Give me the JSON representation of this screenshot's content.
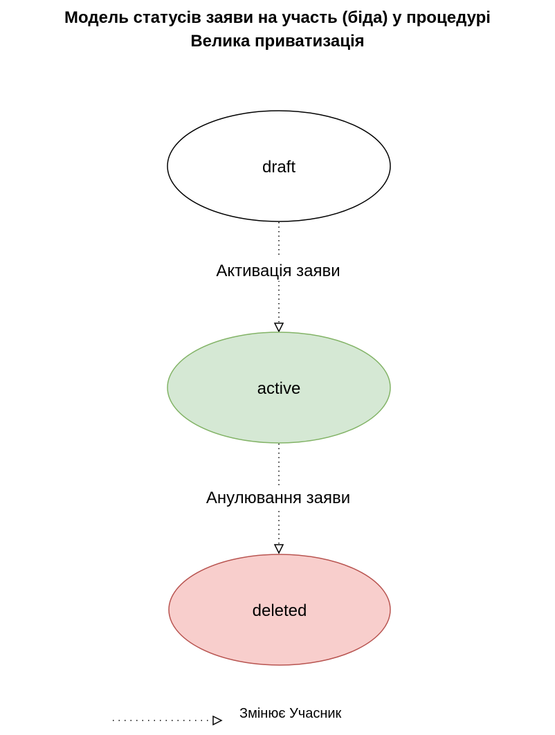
{
  "title": {
    "line1": "Модель статусів заяви на участь (біда) у процедурі",
    "line2": "Велика приватизація"
  },
  "nodes": {
    "draft": {
      "label": "draft",
      "fill": "#ffffff",
      "stroke": "#000000"
    },
    "active": {
      "label": "active",
      "fill": "#d5e8d4",
      "stroke": "#82b366"
    },
    "deleted": {
      "label": "deleted",
      "fill": "#f8cecc",
      "stroke": "#b85450"
    }
  },
  "edges": [
    {
      "from": "draft",
      "to": "active",
      "label": "Активація заяви",
      "style": "dotted"
    },
    {
      "from": "active",
      "to": "deleted",
      "label": "Анулювання заяви",
      "style": "dotted"
    }
  ],
  "legend": {
    "items": [
      {
        "style": "dotted",
        "label": "Змінює Учасник"
      }
    ]
  }
}
